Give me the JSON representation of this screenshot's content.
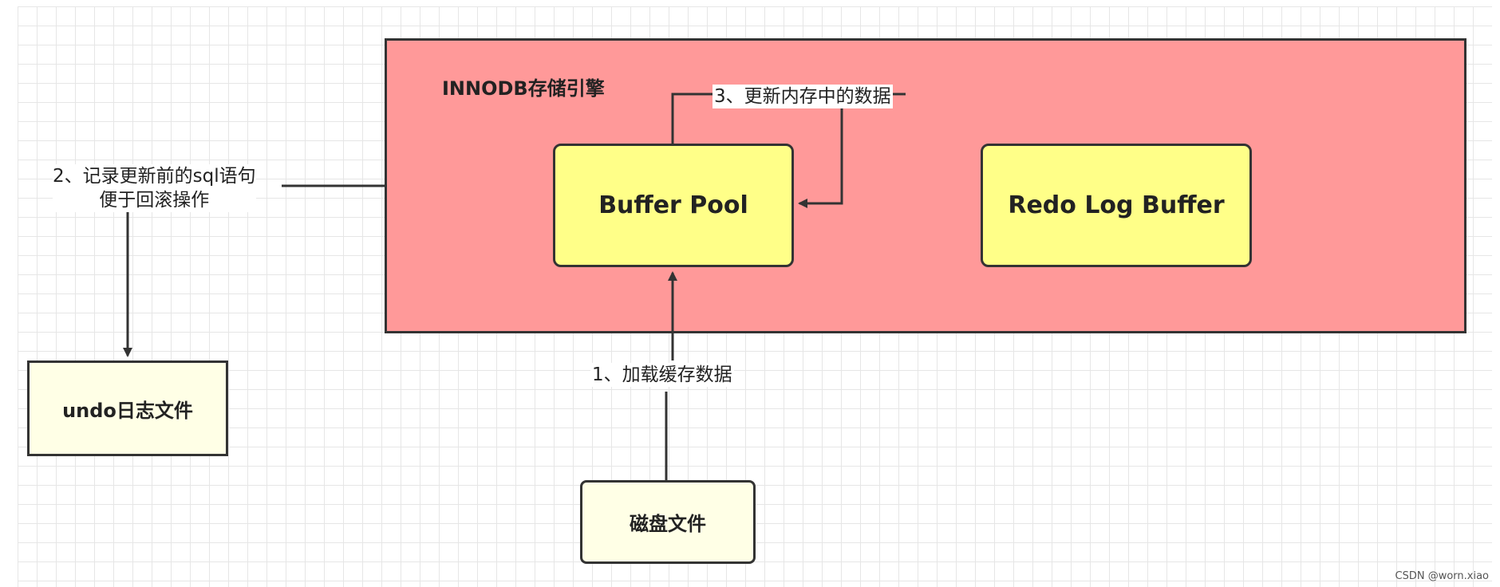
{
  "diagram": {
    "container": {
      "title": "INNODB存储引擎"
    },
    "nodes": {
      "buffer_pool": "Buffer Pool",
      "redo_log_buffer": "Redo Log Buffer",
      "undo_file": "undo日志文件",
      "disk_file": "磁盘文件"
    },
    "edges": {
      "load_cache": "1、加载缓存数据",
      "record_sql_line1": "2、记录更新前的sql语句",
      "record_sql_line2": "便于回滚操作",
      "update_memory": "3、更新内存中的数据"
    }
  },
  "colors": {
    "innodb_fill": "#ff9999",
    "node_fill": "#ffff88",
    "file_fill": "#ffffe6",
    "stroke": "#333333"
  },
  "footer": {
    "watermark": "CSDN @worn.xiao"
  }
}
